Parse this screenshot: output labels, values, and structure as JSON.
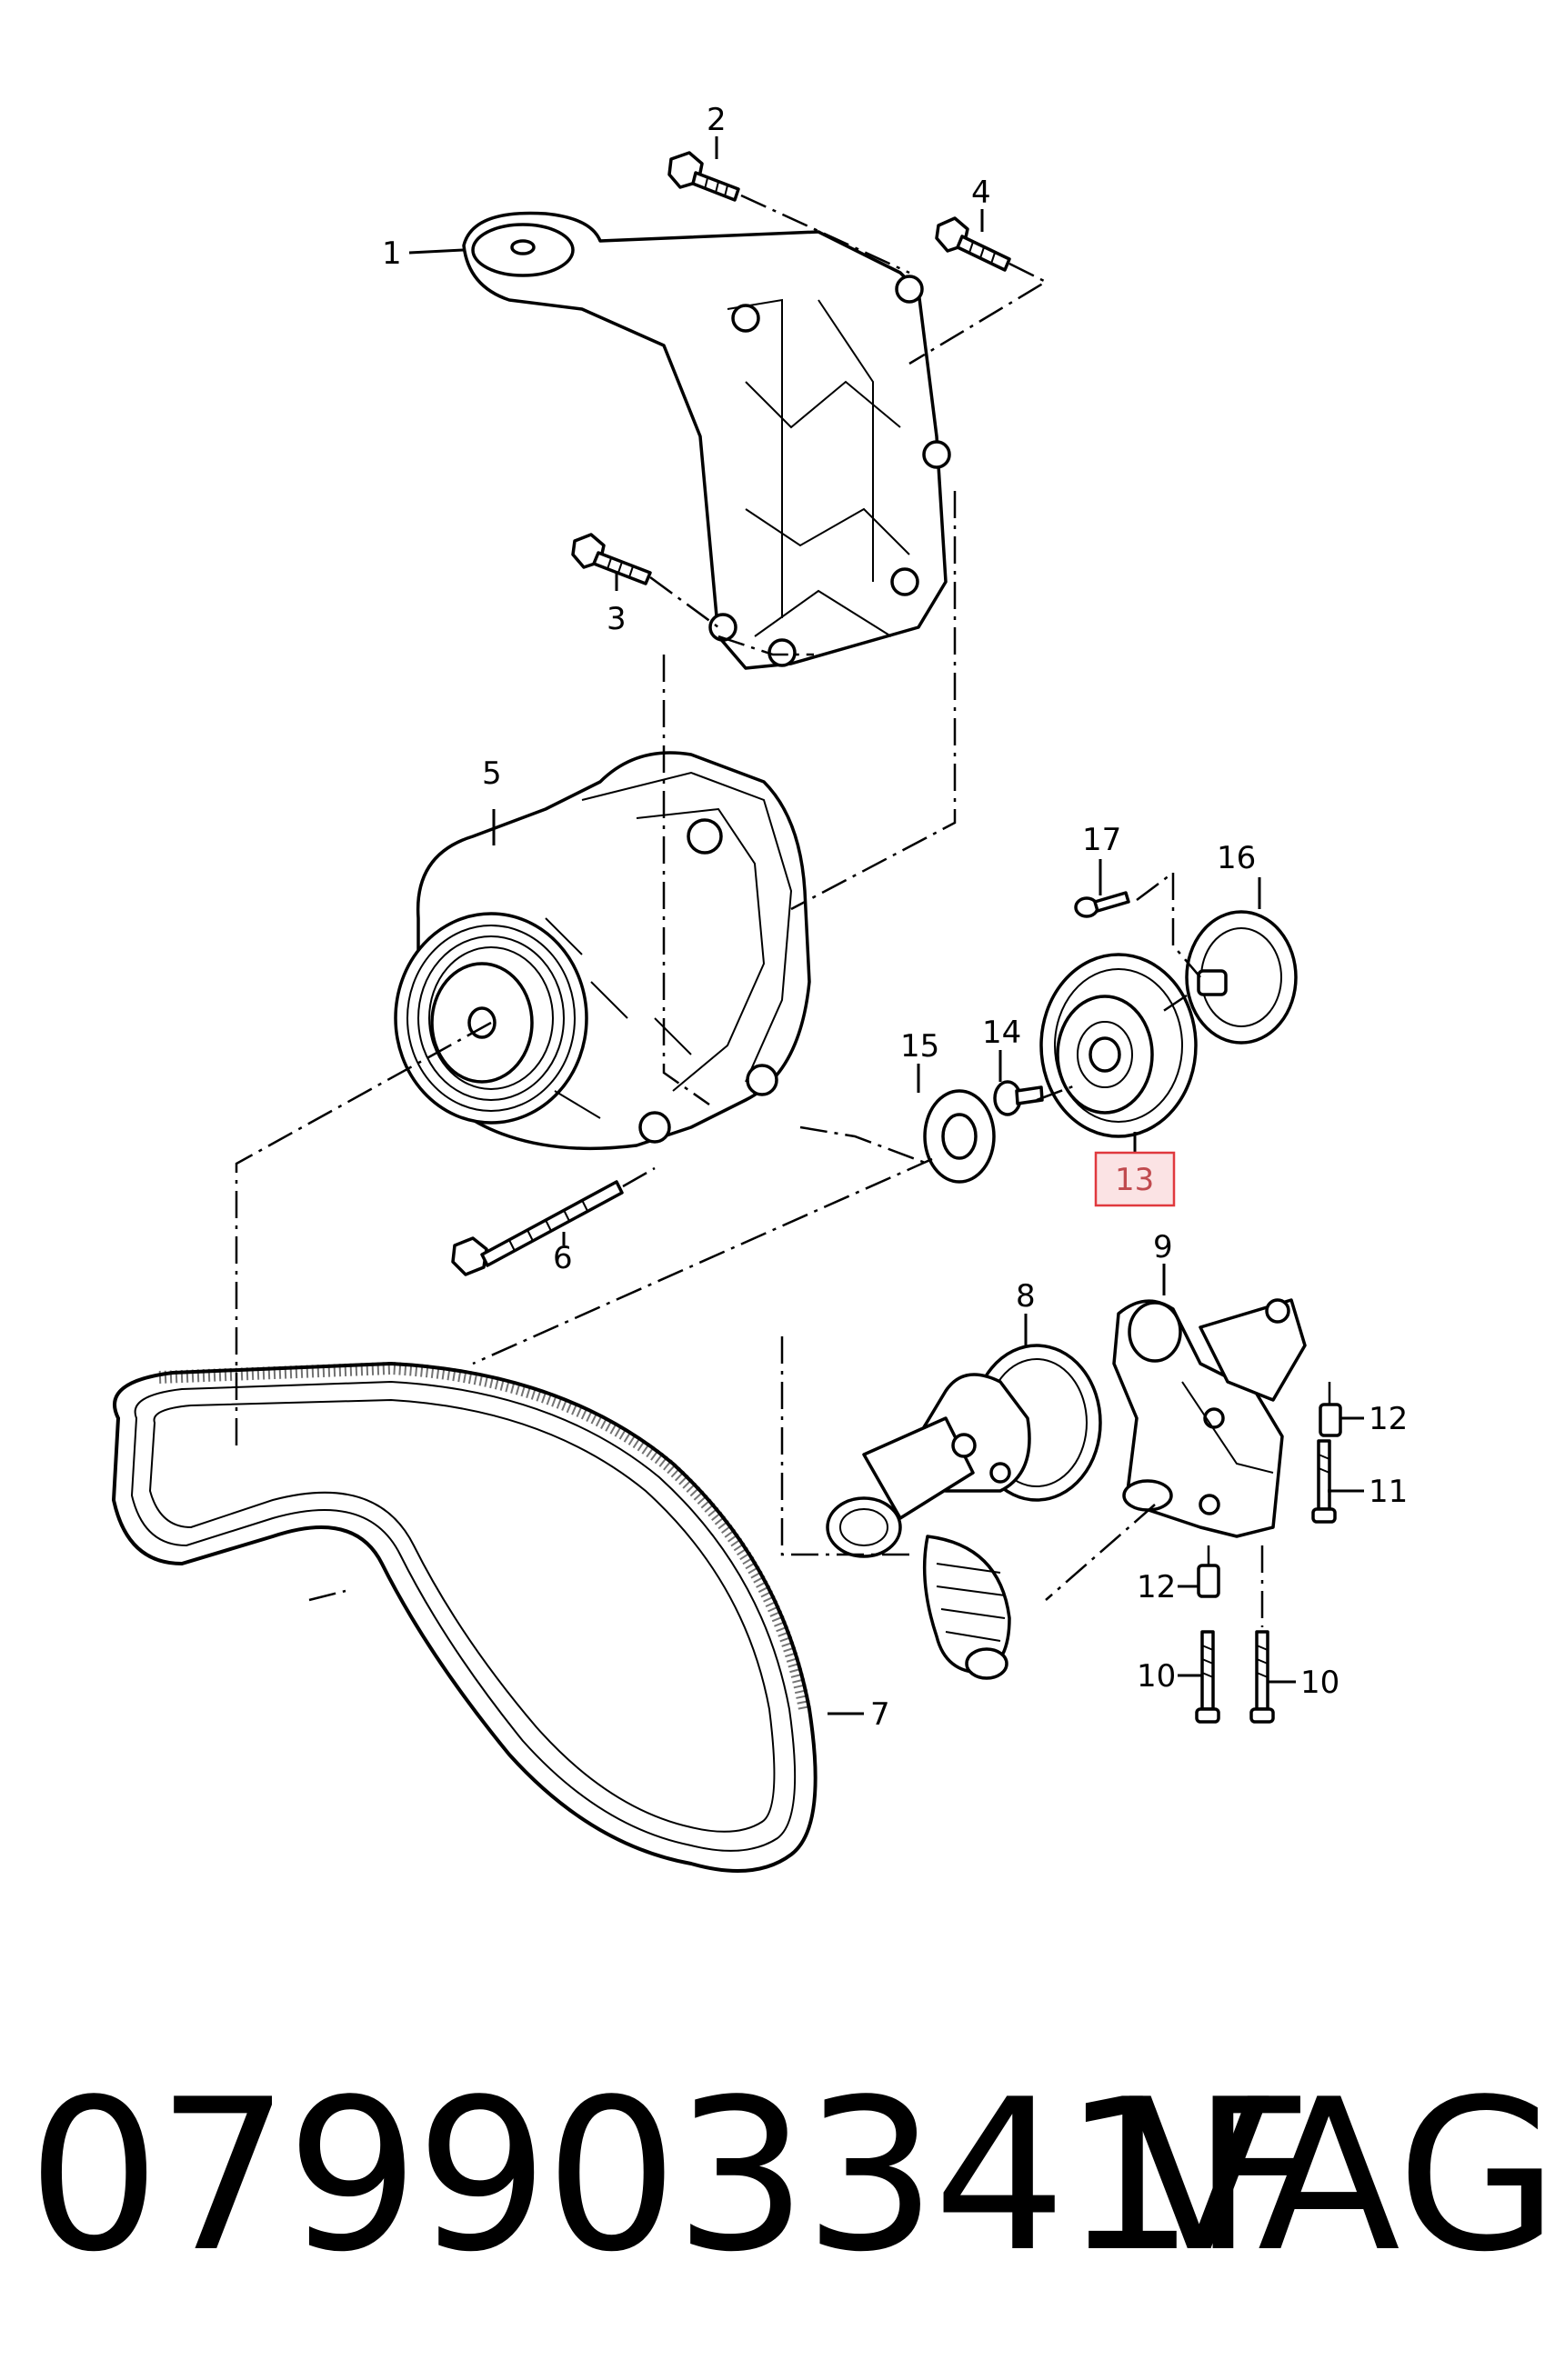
{
  "diagram": {
    "callouts": [
      {
        "id": "1",
        "label": "1"
      },
      {
        "id": "2",
        "label": "2"
      },
      {
        "id": "3",
        "label": "3"
      },
      {
        "id": "4",
        "label": "4"
      },
      {
        "id": "5",
        "label": "5"
      },
      {
        "id": "6",
        "label": "6"
      },
      {
        "id": "7",
        "label": "7"
      },
      {
        "id": "8",
        "label": "8"
      },
      {
        "id": "9",
        "label": "9"
      },
      {
        "id": "10a",
        "label": "10"
      },
      {
        "id": "10b",
        "label": "10"
      },
      {
        "id": "11",
        "label": "11"
      },
      {
        "id": "12a",
        "label": "12"
      },
      {
        "id": "12b",
        "label": "12"
      },
      {
        "id": "13",
        "label": "13"
      },
      {
        "id": "14",
        "label": "14"
      },
      {
        "id": "15",
        "label": "15"
      },
      {
        "id": "16",
        "label": "16"
      },
      {
        "id": "17",
        "label": "17"
      }
    ],
    "highlighted_callout": "13",
    "highlight_color": "#e0393e",
    "highlight_fill": "#fbe3e4"
  },
  "footer": {
    "part_number": "079903341F",
    "brand": "VAG"
  }
}
